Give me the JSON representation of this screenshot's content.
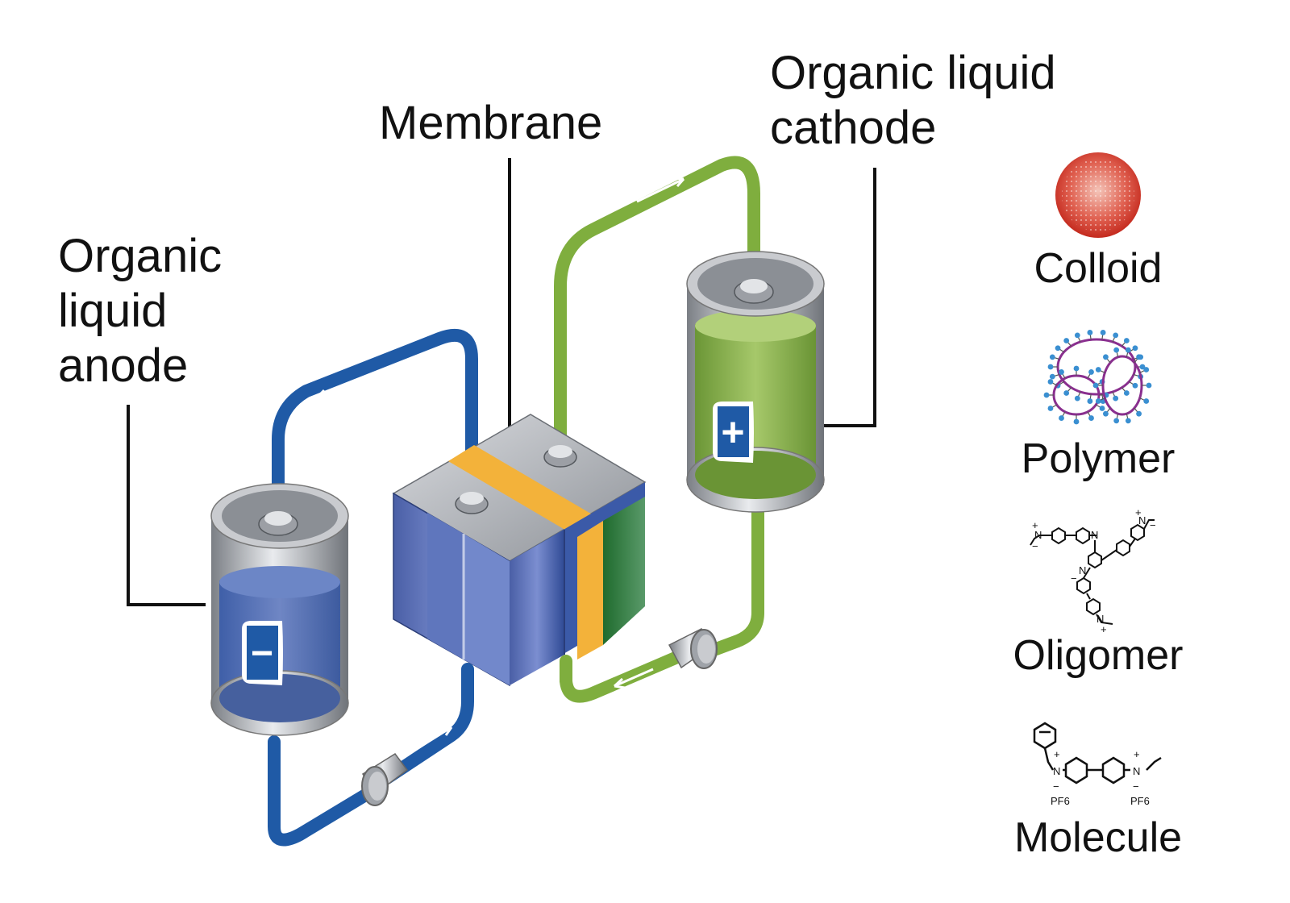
{
  "labels": {
    "membrane": "Membrane",
    "cathode_line1": "Organic liquid",
    "cathode_line2": "cathode",
    "anode_line1": "Organic",
    "anode_line2": "liquid",
    "anode_line3": "anode"
  },
  "tank_signs": {
    "anode": "−",
    "cathode": "+"
  },
  "legend": [
    {
      "label": "Colloid",
      "icon": "colloid-sphere-icon"
    },
    {
      "label": "Polymer",
      "icon": "polymer-chain-icon"
    },
    {
      "label": "Oligomer",
      "icon": "oligomer-structure-icon"
    },
    {
      "label": "Molecule",
      "icon": "viologen-molecule-icon"
    }
  ],
  "chem_text": {
    "n": "N",
    "plus": "+",
    "minus": "−",
    "counterion": "PF6"
  },
  "colors": {
    "anode_pipe": "#1f5aa6",
    "cathode_pipe": "#7fae3e",
    "membrane": "#f3b23a",
    "anode_fluid": "#4b6db3",
    "cathode_fluid": "#7da845",
    "colloid": "#d93a2b",
    "polymer_chain": "#8a2f8f",
    "polymer_beads": "#3a8fd1"
  }
}
